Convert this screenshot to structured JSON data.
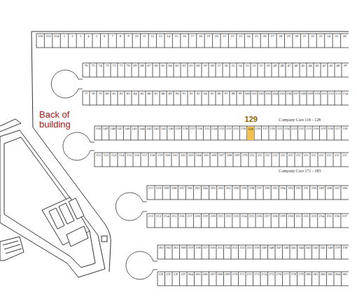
{
  "diagram": {
    "nodes": [
      {
        "text": [
          "129",
          "129"
        ]
      }
    ],
    "labels": [
      "326",
      "325",
      "324",
      "1",
      "2",
      "3",
      "4",
      "5",
      "6",
      "7",
      "8",
      "9",
      "10",
      "11",
      "12",
      "13",
      "14",
      "15",
      "16",
      "17",
      "18",
      "19",
      "20",
      "21",
      "22",
      "23",
      "24",
      "25",
      "26",
      "27",
      "28",
      "29",
      "30",
      "31",
      "32",
      "33",
      "34",
      "35",
      "36",
      "76",
      "75",
      "74",
      "73",
      "72",
      "71",
      "70",
      "69",
      "68",
      "67",
      "66",
      "65",
      "64",
      "63",
      "62",
      "61",
      "60",
      "59",
      "58",
      "57",
      "56",
      "55",
      "54",
      "53",
      "52",
      "51",
      "50",
      "49",
      "48",
      "47",
      "46",
      "45",
      "44",
      "43",
      "42",
      "41",
      "40",
      "39",
      "77",
      "78",
      "79",
      "80",
      "81",
      "82",
      "83",
      "84",
      "85",
      "86",
      "87",
      "88",
      "89",
      "90",
      "91",
      "92",
      "93",
      "94",
      "95",
      "96",
      "97",
      "98",
      "99",
      "100",
      "101",
      "102",
      "103",
      "104",
      "105",
      "106",
      "107",
      "108",
      "109",
      "110",
      "111",
      "112",
      "113",
      "114",
      "150",
      "149",
      "148",
      "147",
      "146",
      "145",
      "144",
      "143",
      "142",
      "141",
      "140",
      "139",
      "138",
      "137",
      "136",
      "135",
      "134",
      "133",
      "132",
      "131",
      "130",
      "128",
      "127",
      "126",
      "125",
      "124",
      "123",
      "122",
      "121",
      "120",
      "119",
      "118",
      "117",
      "116",
      "151",
      "152",
      "153",
      "154",
      "155",
      "156",
      "157",
      "158",
      "159",
      "160",
      "161",
      "162",
      "163",
      "164",
      "165",
      "166",
      "167",
      "168",
      "169",
      "170",
      "CC",
      "CC",
      "CC",
      "CC",
      "CC",
      "CC",
      "CC",
      "CC",
      "CC",
      "CC",
      "CC",
      "CC",
      "CC",
      "211",
      "210",
      "209",
      "208",
      "207",
      "206",
      "205",
      "204",
      "203",
      "202",
      "201",
      "200",
      "199",
      "198",
      "197",
      "196",
      "195",
      "194",
      "193",
      "192",
      "191",
      "190",
      "189",
      "188",
      "187",
      "186",
      "212",
      "213",
      "214",
      "215",
      "216",
      "217",
      "218",
      "219",
      "220",
      "221",
      "222",
      "223",
      "224",
      "225",
      "226",
      "227",
      "228",
      "229",
      "230",
      "231",
      "232",
      "233",
      "234",
      "235",
      "236",
      "237",
      "263",
      "262",
      "261",
      "260",
      "259",
      "258",
      "257",
      "256",
      "255",
      "254",
      "253",
      "252",
      "251",
      "250",
      "249",
      "248",
      "247",
      "246",
      "245",
      "244",
      "243",
      "242",
      "241",
      "240",
      "239",
      "238",
      "CP",
      "CP",
      "CP",
      "CP",
      "264",
      "265",
      "266",
      "267",
      "268",
      "269",
      "270",
      "271",
      "272",
      "273",
      "274",
      "275",
      "276",
      "277",
      "278",
      "279",
      "280",
      "281",
      "282",
      "283",
      "284",
      "285",
      "Company Cars 116 - 128",
      "Company Cars 171 - 183",
      "Back of building"
    ]
  }
}
